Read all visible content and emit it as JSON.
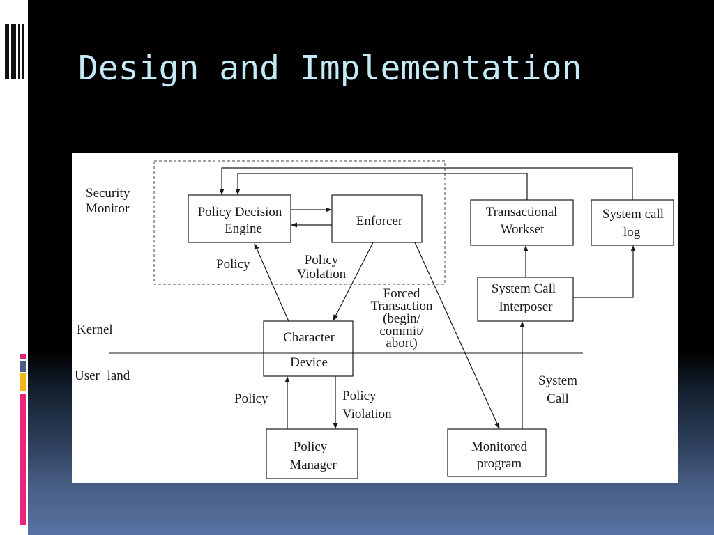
{
  "slide": {
    "title": "Design and Implementation",
    "accent_colors": [
      "#e8257b",
      "#4d5f84",
      "#f2b51a",
      "#e8257b"
    ]
  },
  "diagram": {
    "labels": {
      "security_monitor": [
        "Security",
        "Monitor"
      ],
      "kernel": "Kernel",
      "user_land": "User−land"
    },
    "nodes": {
      "policy_decision_engine": [
        "Policy Decision",
        "Engine"
      ],
      "enforcer": "Enforcer",
      "transactional_workset": [
        "Transactional",
        "Workset"
      ],
      "system_call_log": [
        "System call",
        "log"
      ],
      "system_call_interposer": [
        "System Call",
        "Interposer"
      ],
      "character_device": [
        "Character",
        "Device"
      ],
      "policy_manager": [
        "Policy",
        "Manager"
      ],
      "monitored_program": [
        "Monitored",
        "program"
      ]
    },
    "edge_labels": {
      "policy_upper": "Policy",
      "policy_violation_upper": [
        "Policy",
        "Violation"
      ],
      "forced_transaction": [
        "Forced",
        "Transaction",
        "(begin/",
        "commit/",
        "abort)"
      ],
      "system_call": [
        "System",
        "Call"
      ],
      "policy_lower": "Policy",
      "policy_violation_lower": [
        "Policy",
        "Violation"
      ]
    }
  }
}
